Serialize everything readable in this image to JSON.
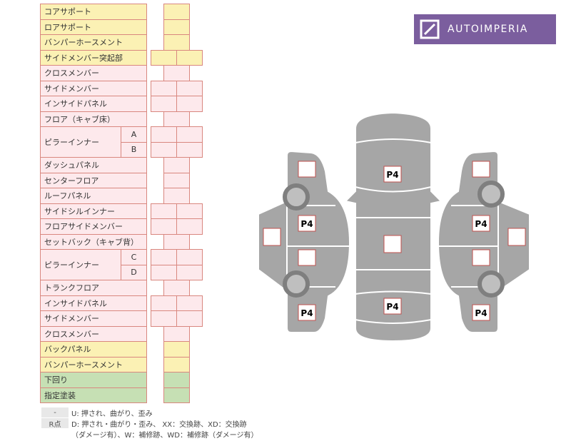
{
  "table": {
    "rows": [
      {
        "label": "コアサポート",
        "color": "yellow",
        "cols": 1
      },
      {
        "label": "ロアサポート",
        "color": "yellow",
        "cols": 1
      },
      {
        "label": "バンパーホースメント",
        "color": "yellow",
        "cols": 1
      },
      {
        "label": "サイドメンバー突起部",
        "color": "yellow",
        "cols": 2
      },
      {
        "label": "クロスメンバー",
        "color": "pink",
        "cols": 1
      },
      {
        "label": "サイドメンバー",
        "color": "pink",
        "cols": 2
      },
      {
        "label": "インサイドパネル",
        "color": "pink",
        "cols": 2
      },
      {
        "label": "フロア（キャブ床）",
        "color": "pink",
        "cols": 1
      },
      {
        "label": "ピラーインナー",
        "color": "pink",
        "cols": 2,
        "subs": [
          "A",
          "B"
        ]
      },
      {
        "label": "ダッシュパネル",
        "color": "pink",
        "cols": 1
      },
      {
        "label": "センターフロア",
        "color": "pink",
        "cols": 1
      },
      {
        "label": "ルーフパネル",
        "color": "pink",
        "cols": 1
      },
      {
        "label": "サイドシルインナー",
        "color": "pink",
        "cols": 2
      },
      {
        "label": "フロアサイドメンバー",
        "color": "pink",
        "cols": 2
      },
      {
        "label": "セットバック（キャブ背）",
        "color": "pink",
        "cols": 1
      },
      {
        "label": "ピラーインナー",
        "color": "pink",
        "cols": 2,
        "subs": [
          "C",
          "D"
        ]
      },
      {
        "label": "トランクフロア",
        "color": "pink",
        "cols": 1
      },
      {
        "label": "インサイドパネル",
        "color": "pink",
        "cols": 2
      },
      {
        "label": "サイドメンバー",
        "color": "pink",
        "cols": 2
      },
      {
        "label": "クロスメンバー",
        "color": "pink",
        "cols": 1
      },
      {
        "label": "バックパネル",
        "color": "yellow",
        "cols": 1
      },
      {
        "label": "バンパーホースメント",
        "color": "yellow",
        "cols": 1
      },
      {
        "label": "下回り",
        "color": "green",
        "cols": 1
      },
      {
        "label": "指定塗装",
        "color": "green",
        "cols": 1
      }
    ]
  },
  "colors": {
    "yellow": "#fbf1b4",
    "pink": "#fde9ec",
    "green": "#c6e0b4",
    "border": "#d9877f",
    "logo": "#7b5e9e",
    "car": "#a6a6a6"
  },
  "legend": {
    "key1": "-",
    "text1": "U: 押され、曲がり、歪み",
    "key2": "R点",
    "text2a": "D: 押され・曲がり・歪み、 XX：交換跡、XD：交換跡",
    "text2b": "（ダメージ有）、W：補修跡、WD：補修跡（ダメージ有）"
  },
  "logo": {
    "text": "AUTOIMPERIA",
    "icon": "autoimperia-logo-icon"
  },
  "diagram": {
    "mark": "P4"
  }
}
